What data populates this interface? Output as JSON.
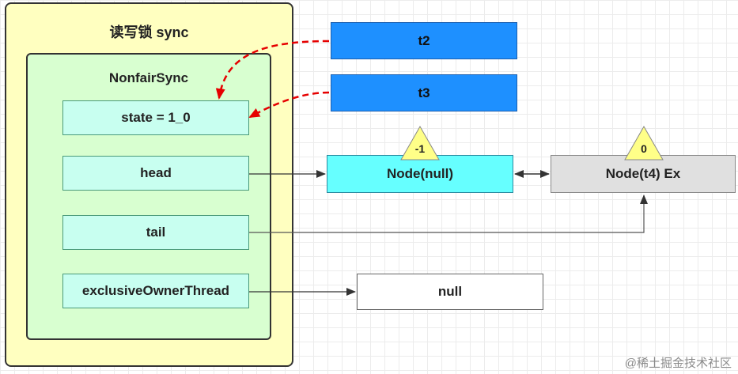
{
  "diagram": {
    "outer_title": "读写锁 sync",
    "inner_title": "NonfairSync",
    "fields": {
      "state": "state = 1_0",
      "head": "head",
      "tail": "tail",
      "owner": "exclusiveOwnerThread"
    },
    "threads": {
      "t2": "t2",
      "t3": "t3"
    },
    "nodes": {
      "null_node": "Node(null)",
      "null_node_status": "-1",
      "t4_node": "Node(t4) Ex",
      "t4_node_status": "0"
    },
    "null_value": "null",
    "watermark": "@稀土掘金技术社区"
  },
  "colors": {
    "outer_fill": "#ffffc0",
    "inner_fill": "#d8ffd0",
    "field_fill": "#c8fff0",
    "thread_fill": "#1e90ff",
    "null_node_fill": "#66ffff",
    "t4_node_fill": "#e0e0e0",
    "status_triangle": "#ffff88",
    "wait_arrow": "#e60000"
  }
}
